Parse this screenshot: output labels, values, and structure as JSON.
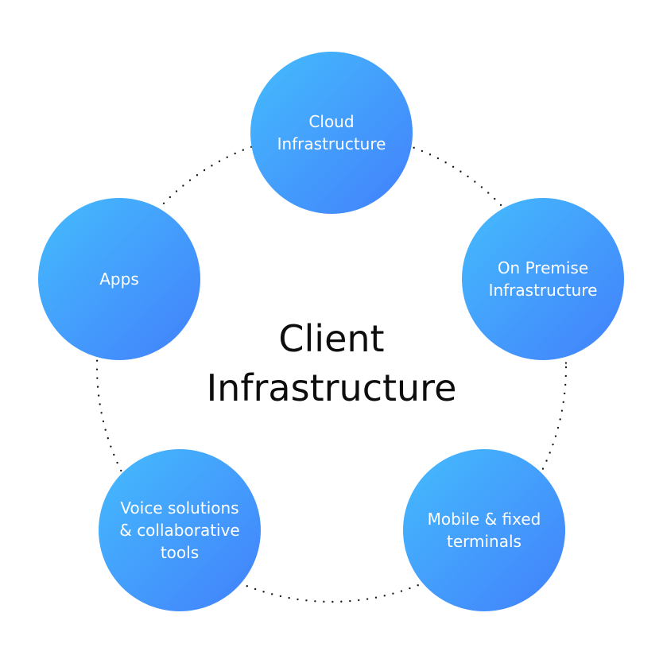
{
  "diagram": {
    "center": {
      "title": "Client\nInfrastructure"
    },
    "nodes": [
      {
        "id": "cloud",
        "label": "Cloud\nInfrastructure"
      },
      {
        "id": "on-premise",
        "label": "On Premise\nInfrastructure"
      },
      {
        "id": "mobile",
        "label": "Mobile & fixed\nterminals"
      },
      {
        "id": "voice",
        "label": "Voice solutions\n& collaborative\ntools"
      },
      {
        "id": "apps",
        "label": "Apps"
      }
    ],
    "colors": {
      "node_gradient_start": "#45bcfd",
      "node_gradient_end": "#4280fb",
      "ring_dots": "#1a1a1a",
      "title_text": "#0d0d0d",
      "node_text": "#ffffff"
    }
  }
}
